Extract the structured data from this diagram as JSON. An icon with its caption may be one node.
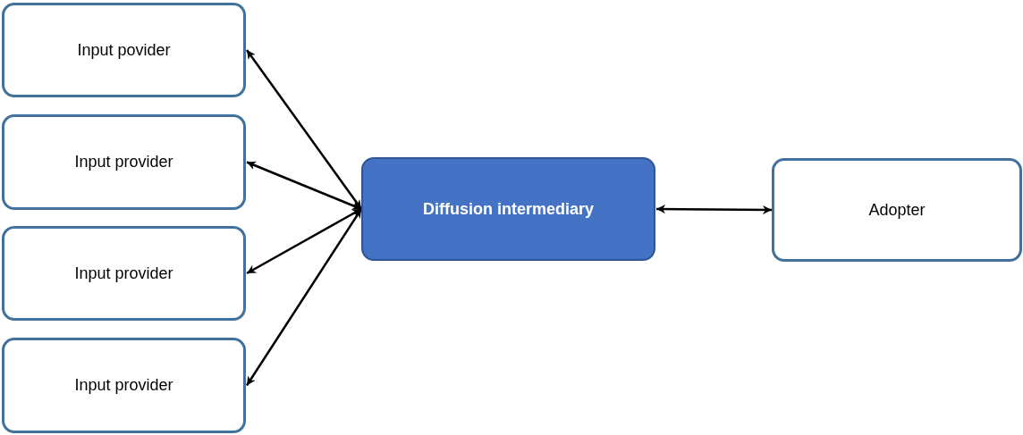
{
  "diagram": {
    "nodes": [
      {
        "text": [
          "Input povider"
        ]
      },
      {
        "text": [
          "Input provider"
        ]
      },
      {
        "text": [
          "Input provider"
        ]
      },
      {
        "text": [
          "Input provider"
        ]
      },
      {
        "text": [
          "Diffusion intermediary"
        ]
      },
      {
        "text": [
          "Adopter"
        ]
      }
    ],
    "edges": [
      {
        "from": 4,
        "to": 0,
        "arrow": "both"
      },
      {
        "from": 4,
        "to": 1,
        "arrow": "both"
      },
      {
        "from": 4,
        "to": 2,
        "arrow": "both"
      },
      {
        "from": 4,
        "to": 3,
        "arrow": "both"
      },
      {
        "from": 4,
        "to": 5,
        "arrow": "both"
      }
    ]
  }
}
